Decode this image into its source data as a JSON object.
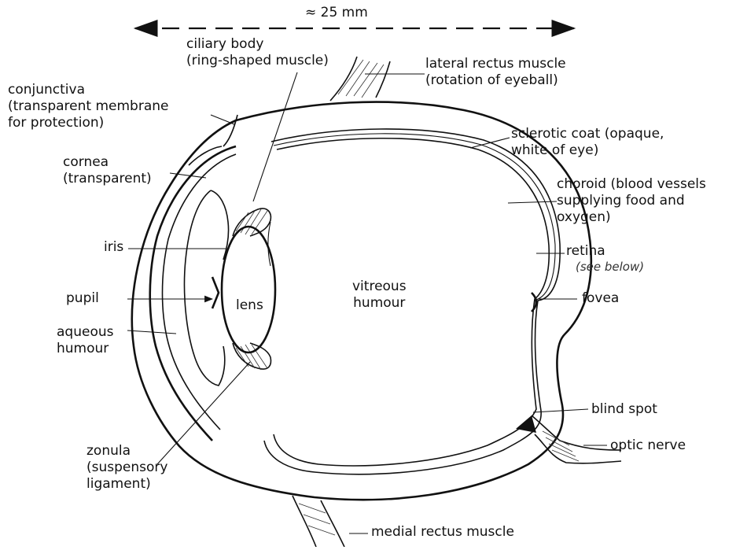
{
  "scale": {
    "text": "≈ 25 mm"
  },
  "labels": {
    "ciliary_body": "ciliary body\n(ring-shaped muscle)",
    "lateral_rectus": "lateral rectus muscle\n(rotation of eyeball)",
    "conjunctiva": "conjunctiva\n(transparent membrane\nfor protection)",
    "sclerotic_coat": "sclerotic coat (opaque,\nwhite of eye)",
    "cornea": "cornea\n(transparent)",
    "choroid": "choroid (blood vessels\nsupplying food and\noxygen)",
    "iris": "iris",
    "retina": "retina",
    "retina_note": "(see below)",
    "vitreous_humour": "vitreous\nhumour",
    "pupil": "pupil",
    "lens": "lens",
    "fovea": "fovea",
    "aqueous_humour": "aqueous\nhumour",
    "blind_spot": "blind spot",
    "optic_nerve": "optic nerve",
    "zonula": "zonula\n(suspensory\nligament)",
    "medial_rectus": "medial rectus muscle"
  }
}
